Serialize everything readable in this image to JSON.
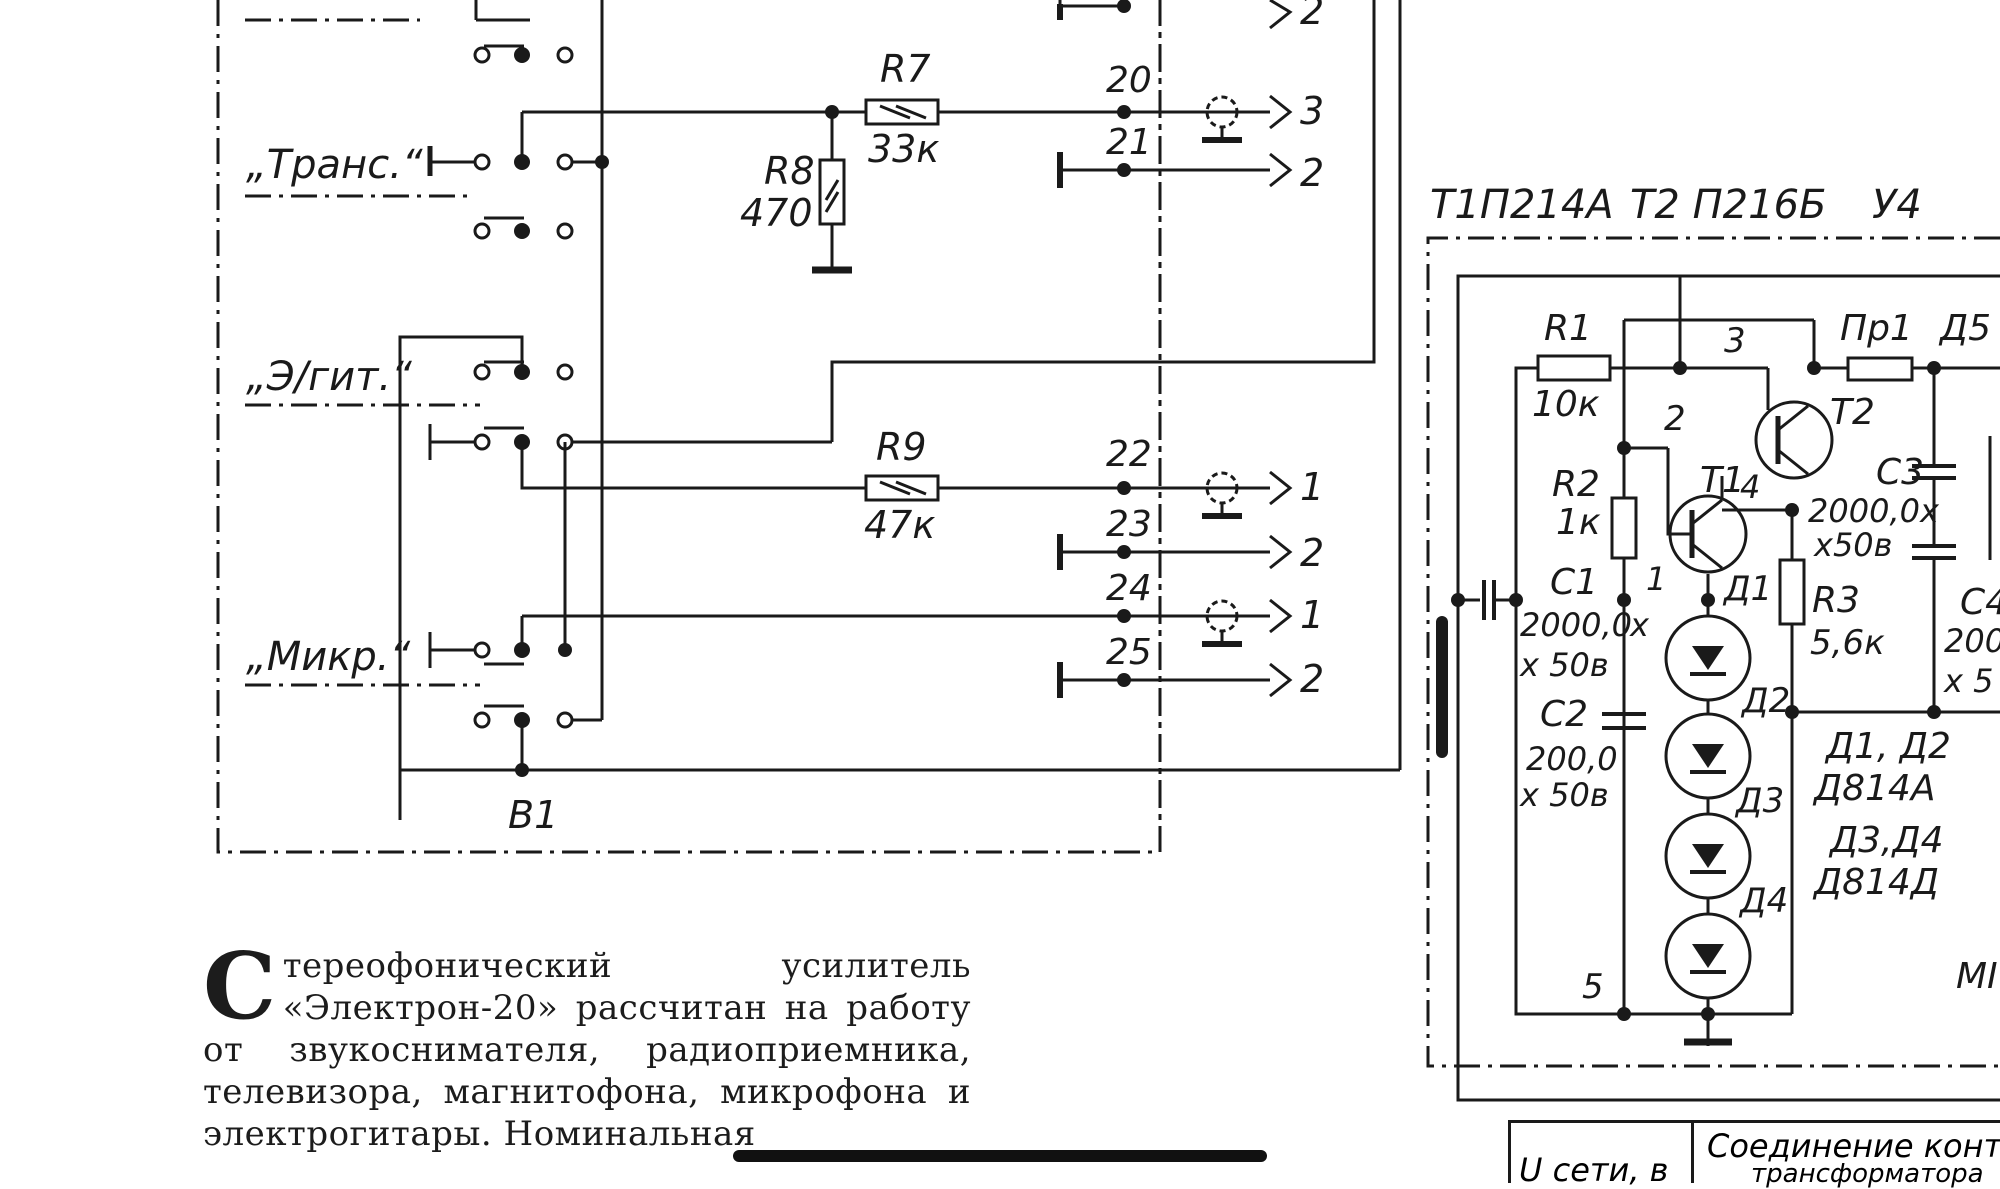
{
  "labels": {
    "inputs": {
      "trans": "„Транс.“",
      "eguit": "„Э/гит.“",
      "mikr": "„Микр.“"
    },
    "switch": "B1",
    "resistors": {
      "r7": "R7",
      "r7_val": "33к",
      "r8": "R8",
      "r8_val": "470",
      "r9": "R9",
      "r9_val": "47к"
    },
    "pins": [
      "20",
      "21",
      "22",
      "23",
      "24",
      "25"
    ],
    "jack_contacts": [
      "2",
      "3",
      "2",
      "1",
      "2",
      "1",
      "2"
    ],
    "psu": {
      "t1": "Т1П214А",
      "t2": "Т2 П216Б",
      "u4": "У4",
      "r1": "R1",
      "r1_val": "10к",
      "r2": "R2",
      "r2_val": "1к",
      "r3": "R3",
      "r3_val": "5,6к",
      "pr1": "Пр1",
      "d5": "Д5",
      "c1": "C1",
      "c1_val1": "2000,0",
      "c1_x": "х",
      "c1_val2": "х 50в",
      "c2": "C2",
      "c2_val1": "200,0",
      "c2_val2": "х 50в",
      "c3": "C3",
      "c3_val1": "2000,0х",
      "c3_val2": "х50в",
      "c4": "C4",
      "c4_val1": "200",
      "c4_val2": "х 5",
      "t1_lbl": "T1",
      "t2_lbl": "T2",
      "node3": "3",
      "node2": "2",
      "node1": "1",
      "node5": "5",
      "node4": "4",
      "d1": "Д1",
      "d2": "Д2",
      "d3": "Д3",
      "d4": "Д4",
      "note1": "Д1, Д2",
      "note2": "Д814А",
      "note3": "Д3,Д4",
      "note4": "Д814Д",
      "partial": "МІ"
    }
  },
  "article": {
    "dropcap": "С",
    "text": "тереофонический усилитель «Электрон-20» рассчитан на работу от звукоснимателя, радиоприемника, телевизора, магнитофона, микрофона и электрогитары. Номинальная"
  },
  "table_strip": {
    "col1": "U сети, в",
    "col2": "Соединение конт",
    "col3": "трансформатора"
  }
}
